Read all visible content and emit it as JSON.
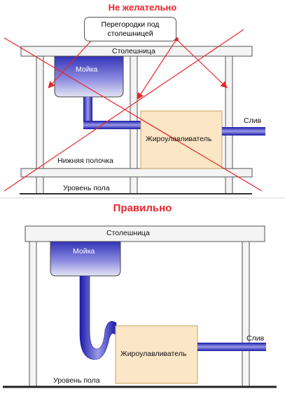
{
  "top_panel": {
    "title": "Не желательно",
    "callout_line1": "Перегородки под",
    "callout_line2": "столешницей",
    "countertop": "Столешница",
    "sink": "Мойка",
    "grease_trap": "Жироулавливатель",
    "drain": "Слив",
    "lower_shelf": "Нижняя полочка",
    "floor": "Уровень пола"
  },
  "bottom_panel": {
    "title": "Правильно",
    "countertop": "Столешница",
    "sink": "Мойка",
    "grease_trap": "Жироулавливатель",
    "drain": "Слив",
    "floor": "Уровень пола"
  },
  "colors": {
    "warning_red": "#e8262b",
    "pipe_blue": "#3c3cc8",
    "trap_fill": "#fbe6c6",
    "frame_fill": "#f4f4f4"
  }
}
